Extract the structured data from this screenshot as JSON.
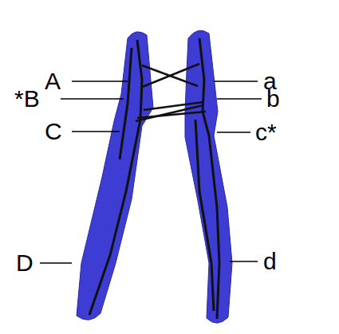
{
  "diagram": {
    "labels": [
      "A",
      "*B",
      "C",
      "D",
      "a",
      "b",
      "c*",
      "d"
    ]
  }
}
